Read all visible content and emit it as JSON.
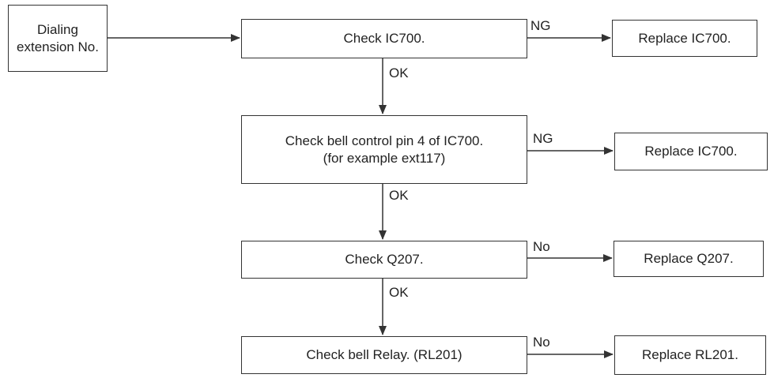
{
  "nodes": {
    "start": {
      "line1": "Dialing",
      "line2": "extension No."
    },
    "check_ic700": {
      "text": "Check IC700."
    },
    "replace_ic700_1": {
      "text": "Replace IC700."
    },
    "check_pin4": {
      "line1": "Check bell control pin 4 of IC700.",
      "line2": "(for example ext117)"
    },
    "replace_ic700_2": {
      "text": "Replace IC700."
    },
    "check_q207": {
      "text": "Check Q207."
    },
    "replace_q207": {
      "text": "Replace Q207."
    },
    "check_relay": {
      "text": "Check bell Relay. (RL201)"
    },
    "replace_rl201": {
      "text": "Replace RL201."
    }
  },
  "edges": {
    "ic700_fail": "NG",
    "ic700_pass": "OK",
    "pin4_fail": "NG",
    "pin4_pass": "OK",
    "q207_fail": "No",
    "q207_pass": "OK",
    "relay_fail": "No"
  },
  "colors": {
    "line": "#333333",
    "text": "#222222"
  }
}
